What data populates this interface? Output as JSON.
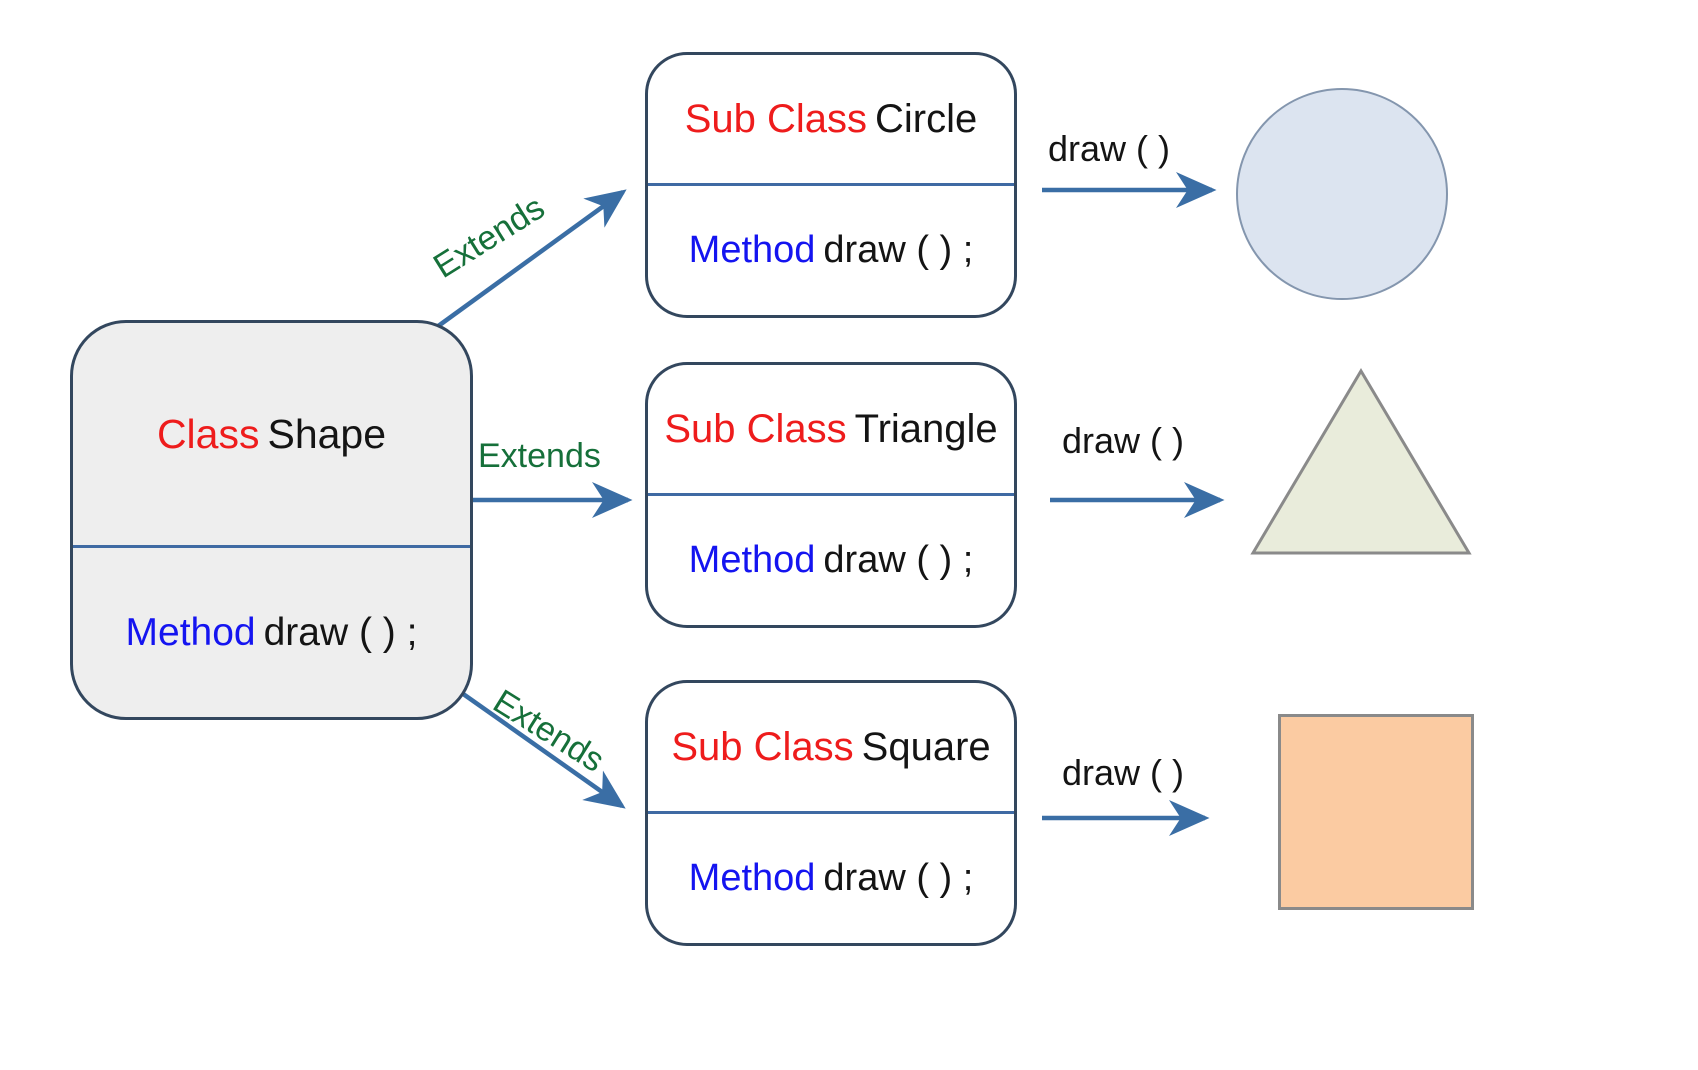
{
  "diagram": {
    "title": "Polymorphism class diagram: Shape superclass with Circle, Triangle and Square subclasses",
    "colors": {
      "keyword_red": "#ee1c1c",
      "keyword_blue": "#1414f0",
      "text_black": "#141414",
      "extends_green": "#16703a",
      "arrow_blue": "#3a6ea5",
      "box_border": "#33475e",
      "divider_blue": "#3f6aa3",
      "parent_fill": "#eeeeee",
      "sub_fill": "#ffffff",
      "circle_fill": "#dce4f0",
      "circle_stroke": "#8496ae",
      "triangle_fill": "#e9ecdb",
      "triangle_stroke": "#8a8a8a",
      "square_fill": "#fbcba2",
      "square_stroke": "#8a8a8a"
    }
  },
  "parent_class": {
    "keyword": "Class",
    "name": "Shape",
    "method_keyword": "Method",
    "method_signature": "draw ( ) ;"
  },
  "subclasses": [
    {
      "keyword": "Sub Class",
      "name": "Circle",
      "method_keyword": "Method",
      "method_signature": "draw ( ) ;",
      "relation_label": "Extends",
      "call_label": "draw ( )",
      "result_shape": "circle"
    },
    {
      "keyword": "Sub Class",
      "name": "Triangle",
      "method_keyword": "Method",
      "method_signature": "draw ( ) ;",
      "relation_label": "Extends",
      "call_label": "draw ( )",
      "result_shape": "triangle"
    },
    {
      "keyword": "Sub Class",
      "name": "Square",
      "method_keyword": "Method",
      "method_signature": "draw ( ) ;",
      "relation_label": "Extends",
      "call_label": "draw ( )",
      "result_shape": "square"
    }
  ]
}
